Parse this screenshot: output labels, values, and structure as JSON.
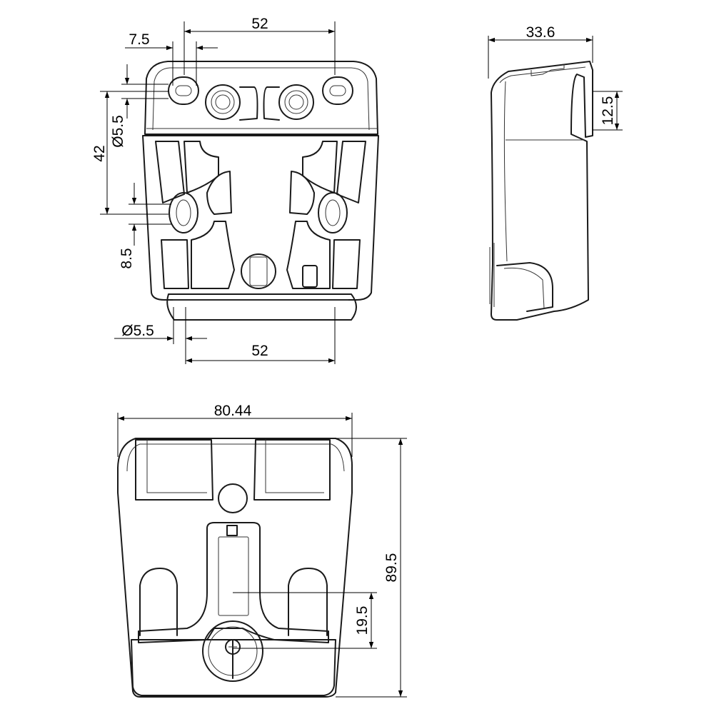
{
  "dimensions": {
    "front_top_spacing": "52",
    "front_slot_width": "7.5",
    "front_height": "42",
    "front_hole_dia_top": "Ø5.5",
    "front_hole_height": "8.5",
    "front_hole_dia_bottom": "Ø5.5",
    "front_bottom_spacing": "52",
    "side_depth": "33.6",
    "side_lip": "12.5",
    "back_width": "80.44",
    "back_height": "89.5",
    "back_lock_offset": "19.5"
  },
  "colors": {
    "line": "#1a1a1a",
    "background": "#ffffff"
  }
}
